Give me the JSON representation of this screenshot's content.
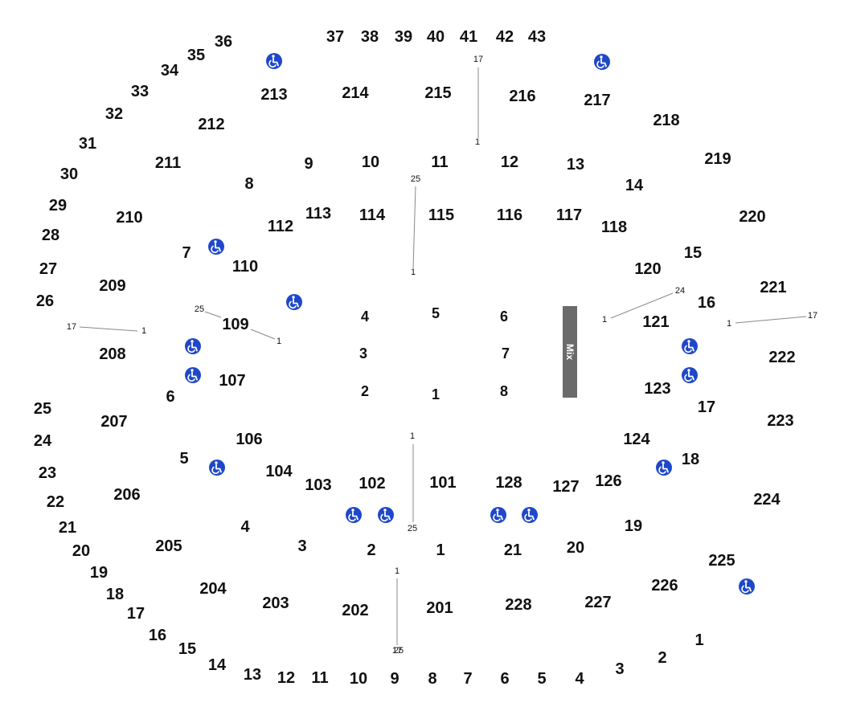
{
  "colors": {
    "accessible": "#1f48c9",
    "mix_board": "#6b6b6b",
    "text": "#111111"
  },
  "icon": "wheelchair-accessible-icon",
  "mix_label": "Mix",
  "outer_rows": [
    "37",
    "38",
    "39",
    "40",
    "41",
    "42",
    "43",
    "36",
    "35",
    "34",
    "33",
    "32",
    "31",
    "30",
    "29",
    "28",
    "27",
    "26",
    "25",
    "24",
    "23",
    "22",
    "21",
    "20",
    "19",
    "18",
    "17",
    "16",
    "15",
    "14",
    "13",
    "12",
    "11",
    "10",
    "9",
    "8",
    "7",
    "6",
    "5",
    "4",
    "3",
    "2",
    "1"
  ],
  "upper_sections": [
    "213",
    "214",
    "215",
    "216",
    "217",
    "218",
    "219",
    "220",
    "221",
    "222",
    "223",
    "224",
    "225",
    "226",
    "227",
    "228",
    "201",
    "202",
    "203",
    "204",
    "205",
    "206",
    "207",
    "208",
    "209",
    "210",
    "211",
    "212"
  ],
  "inner_rows": [
    "9",
    "10",
    "11",
    "12",
    "13",
    "14",
    "8",
    "7",
    "15",
    "16",
    "6",
    "17",
    "5",
    "18",
    "4",
    "3",
    "2",
    "1",
    "21",
    "20",
    "19"
  ],
  "lower_sections": [
    "113",
    "114",
    "115",
    "116",
    "117",
    "118",
    "112",
    "110",
    "120",
    "121",
    "109",
    "107",
    "123",
    "106",
    "104",
    "103",
    "102",
    "101",
    "128",
    "127",
    "126",
    "124"
  ],
  "floor_sections": [
    "4",
    "5",
    "6",
    "3",
    "7",
    "2",
    "1",
    "8"
  ],
  "seat_markers": [
    "17",
    "1",
    "25",
    "1",
    "17",
    "1",
    "25",
    "1",
    "24",
    "1",
    "1",
    "17",
    "1",
    "25",
    "1",
    "17",
    "25",
    "1"
  ]
}
